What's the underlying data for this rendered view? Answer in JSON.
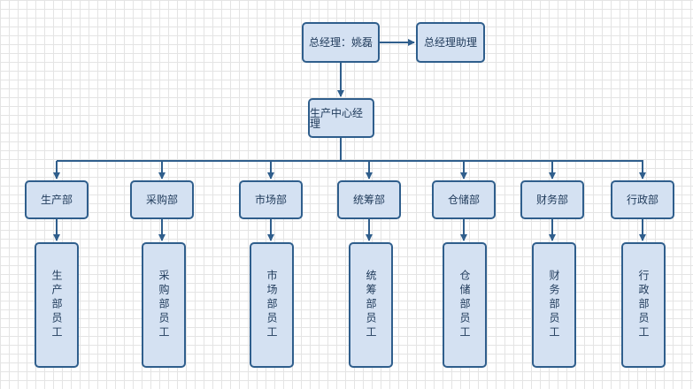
{
  "diagram": {
    "top": {
      "general_manager": "总经理：姚磊",
      "assistant": "总经理助理",
      "center_manager": "生产中心经理"
    },
    "departments": [
      {
        "name": "生产部",
        "staff": "生产部员工"
      },
      {
        "name": "采购部",
        "staff": "采购部员工"
      },
      {
        "name": "市场部",
        "staff": "市场部员工"
      },
      {
        "name": "统筹部",
        "staff": "统筹部员工"
      },
      {
        "name": "仓储部",
        "staff": "仓储部员工"
      },
      {
        "name": "财务部",
        "staff": "财务部员工"
      },
      {
        "name": "行政部",
        "staff": "行政部员工"
      }
    ],
    "colors": {
      "fill": "#d4e1f2",
      "border": "#2f5e8c",
      "line": "#2f5e8c",
      "text": "#1f3a5a"
    }
  }
}
